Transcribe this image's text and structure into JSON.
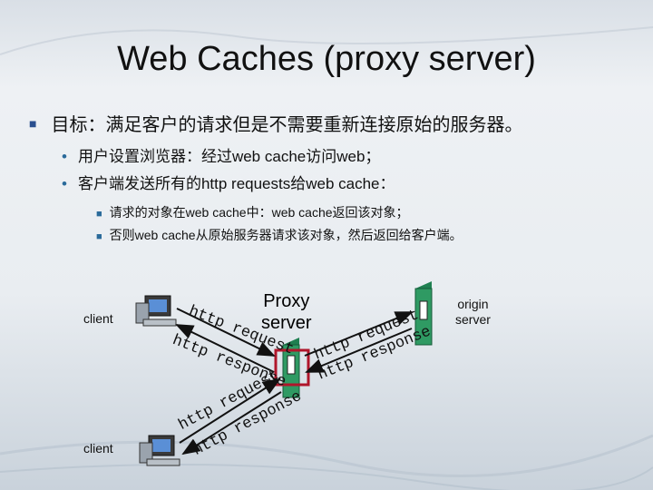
{
  "slide": {
    "title": "Web Caches (proxy server)",
    "goal": "目标：满足客户的请求但是不需要重新连接原始的服务器。",
    "bullets": [
      "用户设置浏览器：经过web cache访问web；",
      "客户端发送所有的http requests给web cache："
    ],
    "sub_bullets": [
      "请求的对象在web cache中：web cache返回该对象；",
      "否则web cache从原始服务器请求该对象，然后返回给客户端。"
    ]
  },
  "diagram": {
    "client_top": "client",
    "client_bottom": "client",
    "proxy_line1": "Proxy",
    "proxy_line2": "server",
    "origin_line1": "origin",
    "origin_line2": "server",
    "arrows": {
      "req1": "http request",
      "resp1": "http response",
      "req2": "http request",
      "resp2": "http response",
      "req3": "http request",
      "resp3": "http response"
    },
    "colors": {
      "arrow": "#111111",
      "server_green": "#2f9a63",
      "proxy_red": "#b0162b"
    }
  }
}
